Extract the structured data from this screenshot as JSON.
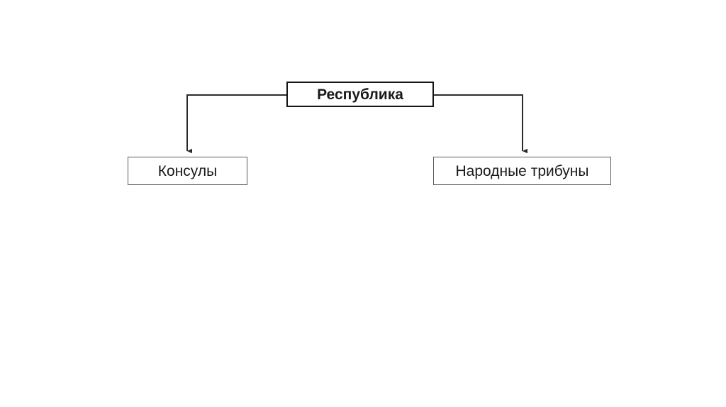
{
  "diagram": {
    "type": "hierarchy-tree",
    "background_color": "#ffffff",
    "root": {
      "id": "republic",
      "label": "Республика",
      "font_weight": "bold",
      "border_color": "#141414",
      "fill_color": "#ffffff",
      "text_color": "#1a1a1a"
    },
    "children": [
      {
        "id": "consuls",
        "label": "Консулы",
        "font_weight": "normal",
        "border_color": "#5a5a5a",
        "fill_color": "#ffffff",
        "text_color": "#1a1a1a"
      },
      {
        "id": "tribunes",
        "label": "Народные трибуны",
        "font_weight": "normal",
        "border_color": "#5a5a5a",
        "fill_color": "#ffffff",
        "text_color": "#1a1a1a"
      }
    ],
    "connectors": [
      {
        "id": "republic-to-consuls",
        "from": "republic",
        "to": "consuls",
        "style": "elbow",
        "arrowhead": "end",
        "color": "#2b2b2b"
      },
      {
        "id": "republic-to-tribunes",
        "from": "republic",
        "to": "tribunes",
        "style": "elbow",
        "arrowhead": "end",
        "color": "#2b2b2b"
      }
    ]
  }
}
